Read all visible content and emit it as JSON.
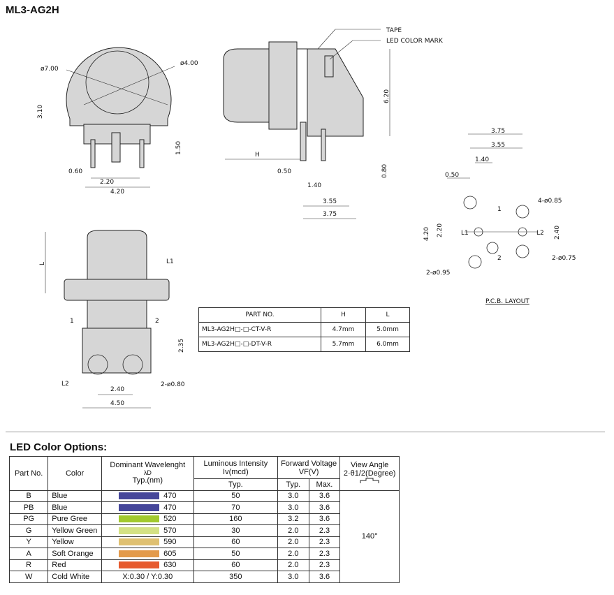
{
  "title": "ML3-AG2H",
  "front": {
    "d1": "ø7.00",
    "d2": "ø4.00",
    "h1": "3.10",
    "h2": "1.50",
    "w1": "0.60",
    "w2": "2.20",
    "w3": "4.20"
  },
  "side": {
    "tape": "TAPE",
    "mark": "LED COLOR MARK",
    "h": "6.20",
    "H": "H",
    "a": "0.50",
    "b": "0.80",
    "c": "1.40",
    "d": "3.55",
    "e": "3.75"
  },
  "pcb": {
    "a": "3.75",
    "b": "3.55",
    "c": "1.40",
    "d": "0.50",
    "holes4": "4-ø0.85",
    "v1": "4.20",
    "v2": "2.20",
    "v3": "2.40",
    "l1": "L1",
    "l2": "L2",
    "p1": "1",
    "p2": "2",
    "holes2a": "2-ø0.75",
    "holes2b": "2-ø0.95",
    "caption": "P.C.B. LAYOUT"
  },
  "bottom": {
    "L": "L",
    "l1": "L1",
    "p1": "1",
    "p2": "2",
    "h": "2.35",
    "l2": "L2",
    "w1": "2.40",
    "w2": "4.50",
    "holes": "2-ø0.80"
  },
  "part_table": {
    "headers": [
      "PART NO.",
      "H",
      "L"
    ],
    "rows": [
      [
        "ML3-AG2H□-□-CT-V-R",
        "4.7mm",
        "5.0mm"
      ],
      [
        "ML3-AG2H□-□-DT-V-R",
        "5.7mm",
        "6.0mm"
      ]
    ]
  },
  "led": {
    "title": "LED Color Options:",
    "headers": {
      "part": "Part No.",
      "color": "Color",
      "wl": "Dominant Wavelenght",
      "wl2": "λD",
      "wl3": "Typ.(nm)",
      "li": "Luminous Intensity",
      "li2": "Iv(mcd)",
      "li3": "Typ.",
      "fv": "Forward Voltage",
      "fv2": "VF(V)",
      "fv3": "Typ.",
      "fv4": "Max.",
      "va": "View Angle",
      "va2": "2·θ1/2(Degree)"
    },
    "view_angle": "140°",
    "rows": [
      {
        "part": "B",
        "color": "Blue",
        "swatch": "#46479a",
        "wl": "470",
        "iv": "50",
        "vt": "3.0",
        "vm": "3.6"
      },
      {
        "part": "PB",
        "color": "Blue",
        "swatch": "#46479a",
        "wl": "470",
        "iv": "70",
        "vt": "3.0",
        "vm": "3.6"
      },
      {
        "part": "PG",
        "color": "Pure Gree",
        "swatch": "#a2c92e",
        "wl": "520",
        "iv": "160",
        "vt": "3.2",
        "vm": "3.6"
      },
      {
        "part": "G",
        "color": "Yellow Green",
        "swatch": "#d4e184",
        "wl": "570",
        "iv": "30",
        "vt": "2.0",
        "vm": "2.3"
      },
      {
        "part": "Y",
        "color": "Yellow",
        "swatch": "#dfc071",
        "wl": "590",
        "iv": "60",
        "vt": "2.0",
        "vm": "2.3"
      },
      {
        "part": "A",
        "color": "Soft Orange",
        "swatch": "#e39a4b",
        "wl": "605",
        "iv": "50",
        "vt": "2.0",
        "vm": "2.3"
      },
      {
        "part": "R",
        "color": "Red",
        "swatch": "#e65a2e",
        "wl": "630",
        "iv": "60",
        "vt": "2.0",
        "vm": "2.3"
      },
      {
        "part": "W",
        "color": "Cold White",
        "wl_text": "X:0.30 / Y:0.30",
        "iv": "350",
        "vt": "3.0",
        "vm": "3.6"
      }
    ]
  }
}
